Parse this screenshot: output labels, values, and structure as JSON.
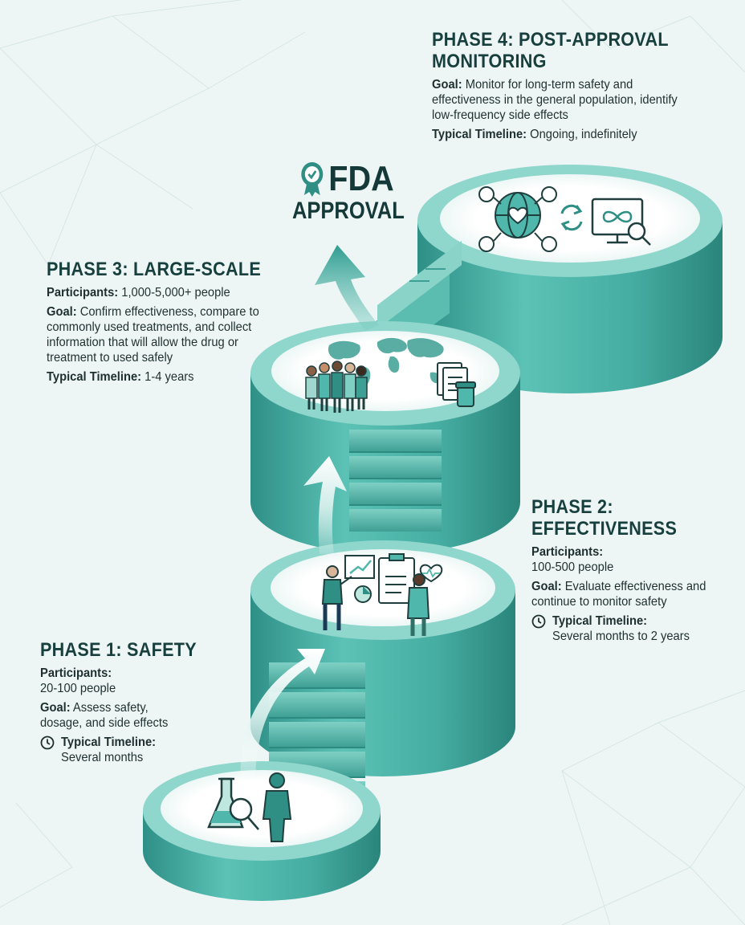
{
  "fda": {
    "title": "FDA",
    "subtitle": "APPROVAL"
  },
  "phase1": {
    "title": "PHASE 1: SAFETY",
    "participants_label": "Participants:",
    "participants_value": "20-100 people",
    "goal_label": "Goal:",
    "goal_value": "Assess safety, dosage, and side effects",
    "timeline_label": "Typical Timeline:",
    "timeline_value": "Several months"
  },
  "phase2": {
    "title_line1": "PHASE 2:",
    "title_line2": "EFFECTIVENESS",
    "participants_label": "Participants:",
    "participants_value": "100-500 people",
    "goal_label": "Goal:",
    "goal_value": "Evaluate effectiveness and continue to monitor safety",
    "timeline_label": "Typical Timeline:",
    "timeline_value": "Several months to 2 years"
  },
  "phase3": {
    "title": "PHASE 3: LARGE-SCALE",
    "participants_label": "Participants:",
    "participants_value": "1,000-5,000+ people",
    "goal_label": "Goal:",
    "goal_value": "Confirm effectiveness, compare to commonly used treatments, and collect information that will allow the drug or treatment to used safely",
    "timeline_label": "Typical Timeline:",
    "timeline_value": "1-4 years"
  },
  "phase4": {
    "title_line1": "PHASE 4: POST-APPROVAL",
    "title_line2": "MONITORING",
    "goal_label": "Goal:",
    "goal_value": "Monitor for long-term safety and effectiveness in the general population, identify low-frequency side effects",
    "timeline_label": "Typical Timeline:",
    "timeline_value": "Ongoing, indefinitely"
  },
  "colors": {
    "teal": "#4fb7ab",
    "teal_dark": "#2f8f85",
    "teal_light": "#8fd3c9",
    "ink": "#173f3e",
    "background": "#eef6f5"
  },
  "icons": [
    "award-badge-icon",
    "clock-icon",
    "flask-magnifier-icon",
    "person-icon",
    "presenter-icon",
    "chart-board-icon",
    "clipboard-icon",
    "scientist-icon",
    "heart-icon",
    "world-map-icon",
    "group-people-icon",
    "documents-pill-icon",
    "globe-heart-network-icon",
    "refresh-icon",
    "monitor-infinity-icon",
    "arrow-up-icon"
  ]
}
